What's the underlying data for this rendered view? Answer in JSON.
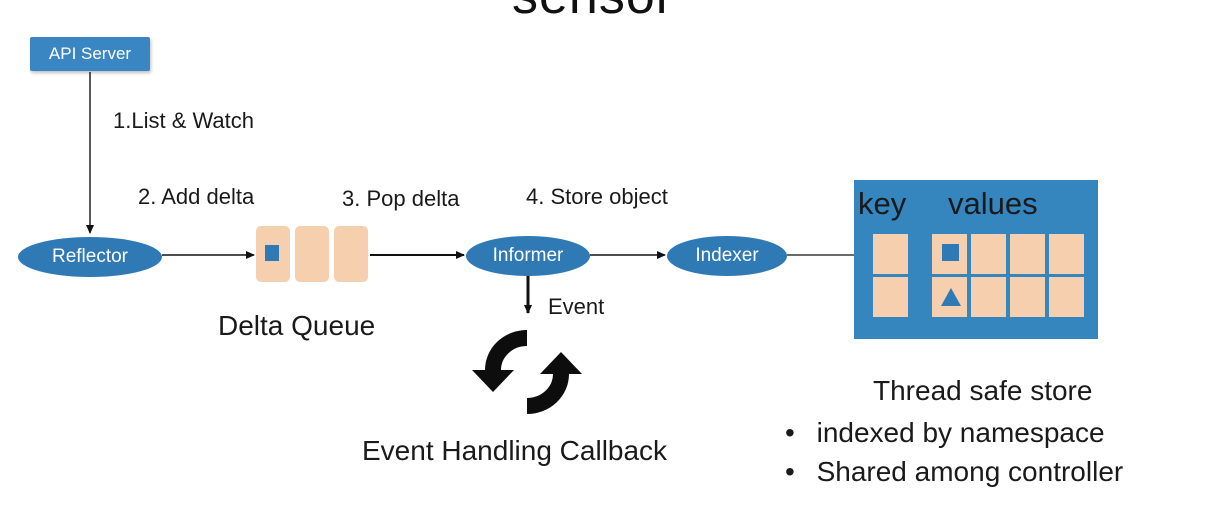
{
  "title": "sensor",
  "nodes": {
    "api_server": "API Server",
    "reflector": "Reflector",
    "informer": "Informer",
    "indexer": "Indexer"
  },
  "steps": {
    "list_watch": "1.List & Watch",
    "add_delta": "2. Add delta",
    "pop_delta": "3. Pop delta",
    "store_object": "4. Store object",
    "event": "Event"
  },
  "delta_queue": {
    "label": "Delta Queue"
  },
  "callback": {
    "label": "Event Handling Callback",
    "icon": "sync-arrows-icon"
  },
  "store": {
    "key_label": "key",
    "values_label": "values",
    "title": "Thread safe store",
    "bullets": [
      "indexed by namespace",
      "Shared among controller"
    ]
  },
  "colors": {
    "node_blue": "#2f79b5",
    "api_blue": "#3a86c3",
    "store_blue": "#3585bf",
    "cell_peach": "#f5cfae"
  }
}
